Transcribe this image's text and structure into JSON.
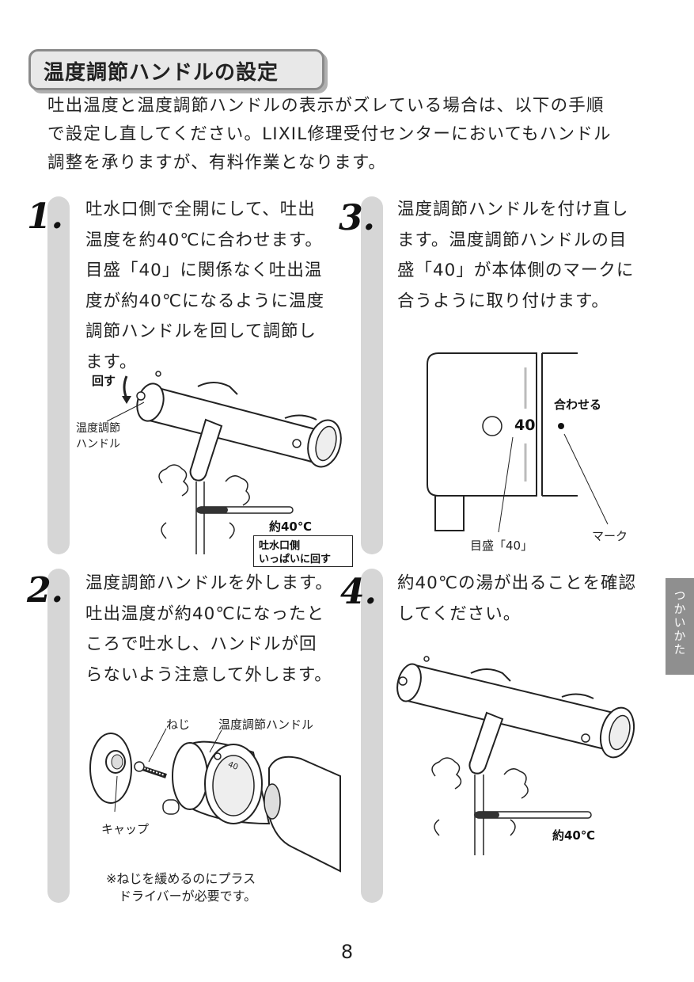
{
  "section_title": "温度調節ハンドルの設定",
  "intro": {
    "line1": "吐出温度と温度調節ハンドルの表示がズレている場合は、以下の手順",
    "line2": "で設定し直してください。LIXIL修理受付センターにおいてもハンドル",
    "line3": "調整を承りますが、有料作業となります。"
  },
  "steps": [
    {
      "number": "1.",
      "lines": [
        "吐水口側で全開にして、吐出",
        "温度を約40℃に合わせます。",
        "目盛「40」に関係なく吐出温",
        "度が約40℃になるように温度",
        "調節ハンドルを回して調節し",
        "ます。"
      ],
      "labels": {
        "rotate": "回す",
        "handle1": "温度調節",
        "handle2": "ハンドル",
        "temp": "約40℃",
        "outlet1": "吐水口側",
        "outlet2": "いっぱいに回す"
      }
    },
    {
      "number": "2.",
      "lines": [
        "温度調節ハンドルを外します。",
        "吐出温度が約40℃になったと",
        "ころで吐水し、ハンドルが回",
        "らないよう注意して外します。"
      ],
      "labels": {
        "screw": "ねじ",
        "handle": "温度調節ハンドル",
        "cap": "キャップ",
        "note1": "※ねじを緩めるのにプラス",
        "note2": "ドライバーが必要です。",
        "dial_mark": "40"
      }
    },
    {
      "number": "3.",
      "lines": [
        "温度調節ハンドルを付け直し",
        "ます。温度調節ハンドルの目",
        "盛「40」が本体側のマークに",
        "合うように取り付けます。"
      ],
      "labels": {
        "scale_value": "40",
        "align": "合わせる",
        "scale": "目盛「40」",
        "mark": "マーク"
      }
    },
    {
      "number": "4.",
      "lines": [
        "約40℃の湯が出ることを確認",
        "してください。"
      ],
      "labels": {
        "temp": "約40℃"
      }
    }
  ],
  "side_tab": "つかいかた",
  "page_number": "8"
}
